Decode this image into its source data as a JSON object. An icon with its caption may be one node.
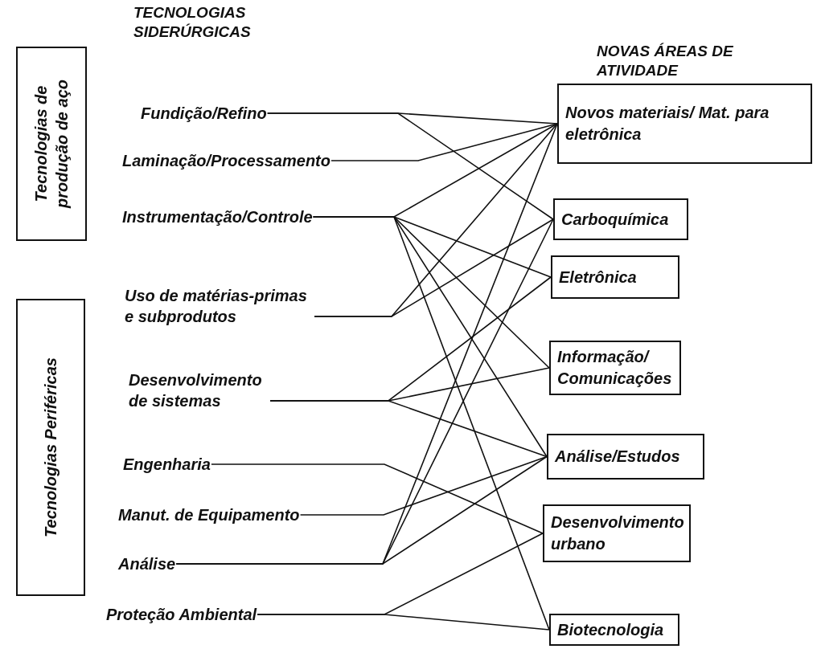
{
  "diagram": {
    "nodes": [
      {
        "text": [
          "Tecnologias de produção de aço"
        ]
      },
      {
        "text": [
          "Tecnologias Periféricas"
        ]
      },
      {
        "text": [
          "Fundição/Refino"
        ]
      },
      {
        "text": [
          "Laminação/Processamento"
        ]
      },
      {
        "text": [
          "Instrumentação/Controle"
        ]
      },
      {
        "text": [
          "Uso de matérias-primas e subprodutos"
        ]
      },
      {
        "text": [
          "Desenvolvimento de sistemas"
        ]
      },
      {
        "text": [
          "Engenharia"
        ]
      },
      {
        "text": [
          "Manut. de Equipamento"
        ]
      },
      {
        "text": [
          "Análise"
        ]
      },
      {
        "text": [
          "Proteção Ambiental"
        ]
      },
      {
        "text": [
          "Novos materiais/ Mat. para eletrônica"
        ]
      },
      {
        "text": [
          "Carboquímica"
        ]
      },
      {
        "text": [
          "Eletrônica"
        ]
      },
      {
        "text": [
          "Informação/ Comunicações"
        ]
      },
      {
        "text": [
          "Análise/Estudos"
        ]
      },
      {
        "text": [
          "Desenvolvimento urbano"
        ]
      },
      {
        "text": [
          "Biotecnologia"
        ]
      }
    ],
    "edges": [
      {
        "from": 2,
        "to": 11,
        "arrow": "none"
      },
      {
        "from": 2,
        "to": 12,
        "arrow": "none"
      },
      {
        "from": 3,
        "to": 11,
        "arrow": "none"
      },
      {
        "from": 4,
        "to": 11,
        "arrow": "none"
      },
      {
        "from": 4,
        "to": 13,
        "arrow": "none"
      },
      {
        "from": 4,
        "to": 14,
        "arrow": "none"
      },
      {
        "from": 4,
        "to": 15,
        "arrow": "none"
      },
      {
        "from": 4,
        "to": 17,
        "arrow": "none"
      },
      {
        "from": 5,
        "to": 11,
        "arrow": "none"
      },
      {
        "from": 5,
        "to": 12,
        "arrow": "none"
      },
      {
        "from": 6,
        "to": 13,
        "arrow": "none"
      },
      {
        "from": 6,
        "to": 14,
        "arrow": "none"
      },
      {
        "from": 6,
        "to": 15,
        "arrow": "none"
      },
      {
        "from": 7,
        "to": 16,
        "arrow": "none"
      },
      {
        "from": 8,
        "to": 15,
        "arrow": "none"
      },
      {
        "from": 9,
        "to": 11,
        "arrow": "none"
      },
      {
        "from": 9,
        "to": 12,
        "arrow": "none"
      },
      {
        "from": 9,
        "to": 15,
        "arrow": "none"
      },
      {
        "from": 10,
        "to": 16,
        "arrow": "none"
      },
      {
        "from": 10,
        "to": 17,
        "arrow": "none"
      }
    ],
    "labels": [
      "TECNOLOGIAS SIDERÚRGICAS",
      "NOVAS ÁREAS DE ATIVIDADE"
    ]
  }
}
